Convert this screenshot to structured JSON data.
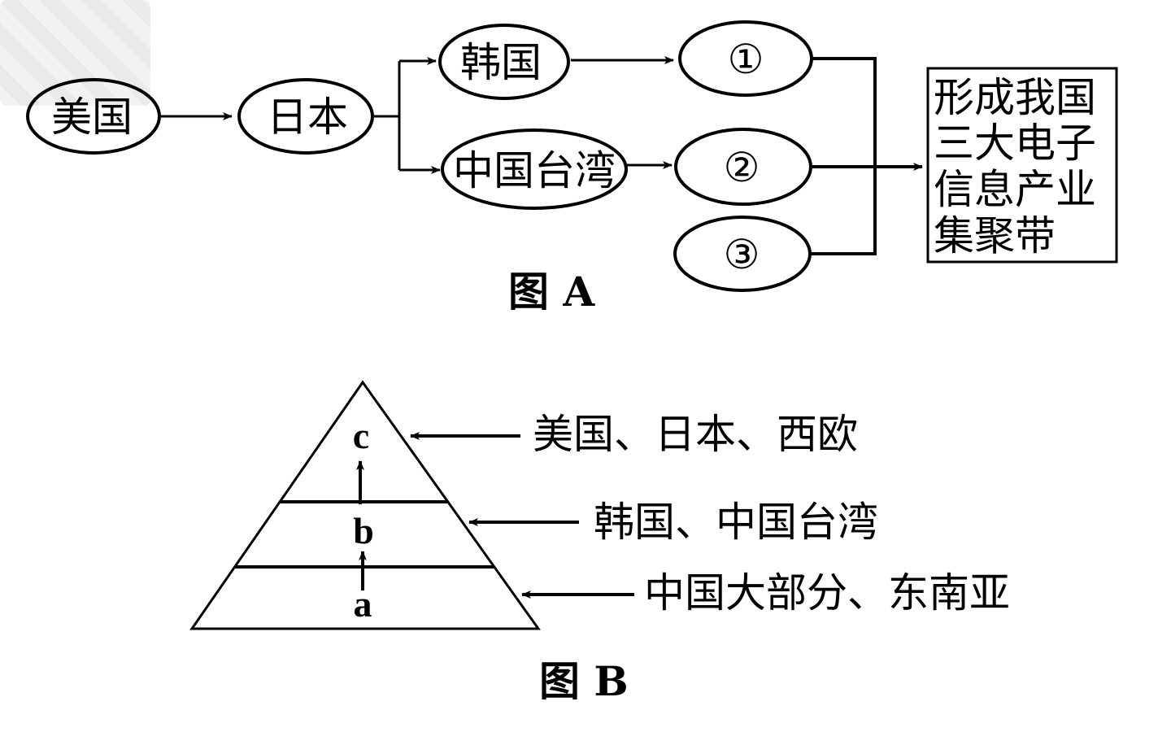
{
  "figure_a": {
    "caption": "图 A",
    "nodes": {
      "usa": "美国",
      "japan": "日本",
      "korea": "韩国",
      "taiwan": "中国台湾",
      "n1": "①",
      "n2": "②",
      "n3": "③"
    },
    "result_lines": [
      "形成我国",
      "三大电子",
      "信息产业",
      "集聚带"
    ]
  },
  "figure_b": {
    "caption": "图 B",
    "levels": [
      {
        "label": "c",
        "regions": "美国、日本、西欧"
      },
      {
        "label": "b",
        "regions": "韩国、中国台湾"
      },
      {
        "label": "a",
        "regions": "中国大部分、东南亚"
      }
    ]
  },
  "colors": {
    "stroke": "#000000",
    "background": "#ffffff"
  }
}
